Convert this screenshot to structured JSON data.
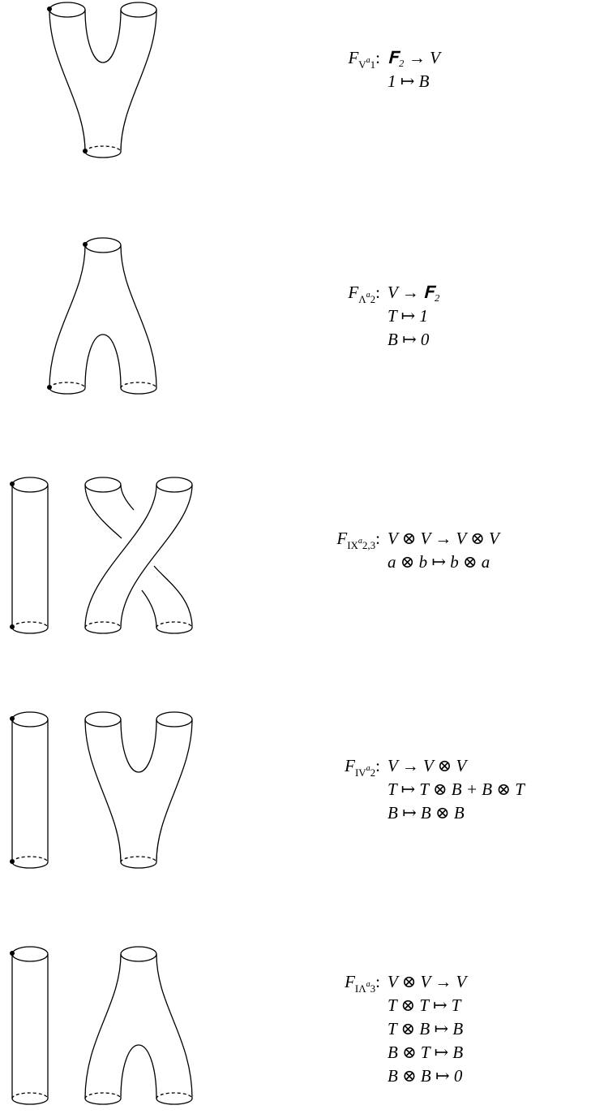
{
  "figures": [
    {
      "id": "v1",
      "label_main": "F",
      "label_sub": "V",
      "label_sup": "a",
      "label_idx": "1",
      "colon": ":",
      "lines": [
        "𝐅₂ → V",
        "1 ↦ B"
      ]
    },
    {
      "id": "lambda2",
      "label_main": "F",
      "label_sub": "Λ",
      "label_sup": "a",
      "label_idx": "2",
      "colon": ":",
      "lines": [
        "V → 𝐅₂",
        "T ↦ 1",
        "B ↦ 0"
      ]
    },
    {
      "id": "ix23",
      "label_main": "F",
      "label_sub": "IX",
      "label_sup": "a",
      "label_idx": "2,3",
      "colon": ":",
      "lines": [
        "V ⊗ V → V ⊗ V",
        "a ⊗ b ↦ b ⊗ a"
      ]
    },
    {
      "id": "iv2",
      "label_main": "F",
      "label_sub": "IV",
      "label_sup": "a",
      "label_idx": "2",
      "colon": ":",
      "lines": [
        "V → V ⊗ V",
        "T ↦ T ⊗ B + B ⊗ T",
        "B ↦ B ⊗ B"
      ]
    },
    {
      "id": "ilambda3",
      "label_main": "F",
      "label_sub": "IΛ",
      "label_sup": "a",
      "label_idx": "3",
      "colon": ":",
      "lines": [
        "V ⊗ V → V",
        "T ⊗ T ↦ T",
        "T ⊗ B ↦ B",
        "B ⊗ T ↦ B",
        "B ⊗ B ↦ 0"
      ]
    }
  ]
}
